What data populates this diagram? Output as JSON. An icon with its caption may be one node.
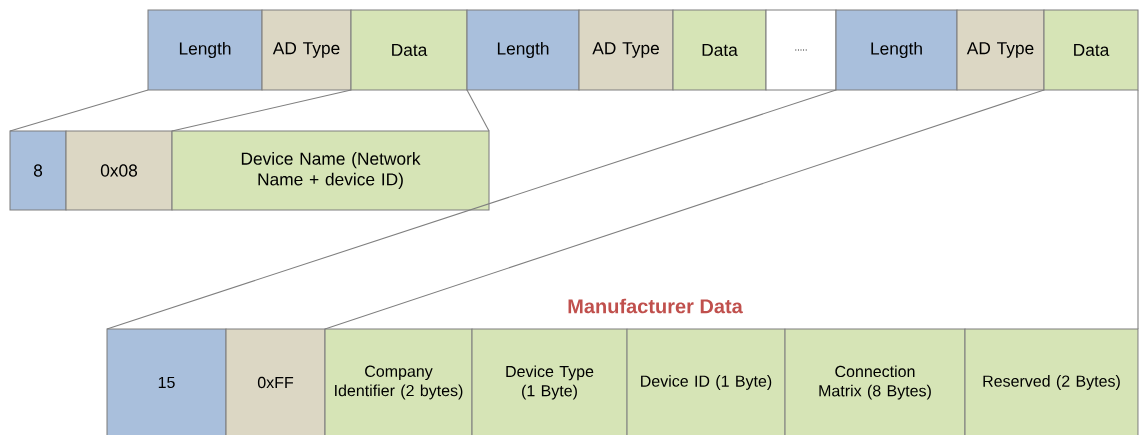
{
  "diagram": {
    "nodes": [
      {
        "text": [
          "Length"
        ]
      },
      {
        "text": [
          "AD Type"
        ]
      },
      {
        "text": [
          "Data"
        ]
      },
      {
        "text": [
          "Length"
        ]
      },
      {
        "text": [
          "AD Type"
        ]
      },
      {
        "text": [
          "Data"
        ]
      },
      {
        "text": [
          "....."
        ]
      },
      {
        "text": [
          "Length"
        ]
      },
      {
        "text": [
          "AD Type"
        ]
      },
      {
        "text": [
          "Data"
        ]
      },
      {
        "text": [
          "8"
        ]
      },
      {
        "text": [
          "0x08"
        ]
      },
      {
        "text": [
          "Device Name (Network Name + device ID)"
        ]
      },
      {
        "text": [
          "15"
        ]
      },
      {
        "text": [
          "0xFF"
        ]
      },
      {
        "text": [
          "Company Identifier (2 bytes)"
        ]
      },
      {
        "text": [
          "Device Type (1 Byte)"
        ]
      },
      {
        "text": [
          "Device ID (1 Byte)"
        ]
      },
      {
        "text": [
          "Connection Matrix (8 Bytes)"
        ]
      },
      {
        "text": [
          "Reserved (2 Bytes)"
        ]
      }
    ],
    "edges": [
      {
        "from": 0,
        "to": 10,
        "arrow": "none"
      },
      {
        "from": 2,
        "to": 12,
        "arrow": "none"
      },
      {
        "from": 2,
        "to": 12,
        "arrow": "none"
      },
      {
        "from": 7,
        "to": 13,
        "arrow": "none"
      },
      {
        "from": 9,
        "to": 15,
        "arrow": "none"
      },
      {
        "from": 9,
        "to": 19,
        "arrow": "none"
      }
    ],
    "labels": [
      "Manufacturer Data"
    ]
  }
}
